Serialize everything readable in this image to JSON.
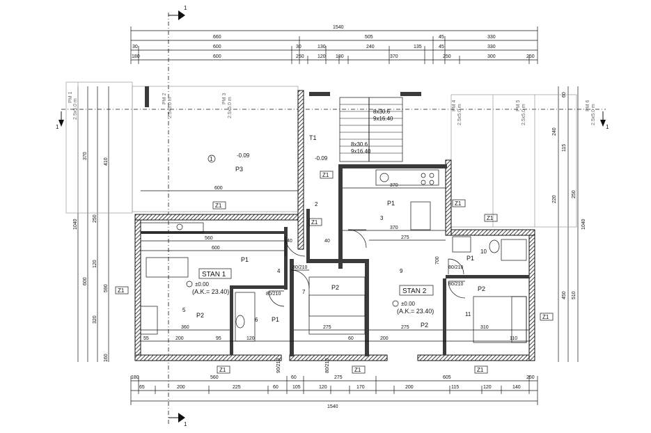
{
  "section_label": "1",
  "top_dims": {
    "overall": "1540",
    "row2": [
      "660",
      "505",
      "45",
      "330"
    ],
    "row3": [
      "30",
      "600",
      "30",
      "130",
      "240",
      "135",
      "45",
      "330"
    ],
    "row4": [
      "180",
      "600",
      "250",
      "120",
      "180",
      "370",
      "250",
      "300",
      "250"
    ]
  },
  "bottom_dims": {
    "row1": [
      "180",
      "560",
      "60",
      "275",
      "605",
      "250"
    ],
    "row2": [
      "65",
      "200",
      "225",
      "60",
      "105",
      "120",
      "170",
      "200",
      "115",
      "120",
      "140"
    ],
    "overall": "1540"
  },
  "left_dims": [
    "1040",
    "600",
    "370",
    "410",
    "250",
    "120",
    "320",
    "590",
    "160"
  ],
  "right_dims": [
    "1040",
    "510",
    "450",
    "250",
    "220",
    "240",
    "115",
    "60"
  ],
  "rooms": [
    {
      "num": "1",
      "level": "-0.09",
      "floor": "P3"
    },
    {
      "num": "2",
      "level": "-0.09",
      "floor": "T1"
    },
    {
      "num": "3",
      "floor": "P1"
    },
    {
      "num": "4",
      "floor": "P1"
    },
    {
      "num": "5",
      "floor": "P2"
    },
    {
      "num": "6",
      "floor": "P1"
    },
    {
      "num": "7",
      "floor": "P2"
    },
    {
      "num": "9",
      "floor": "P2"
    },
    {
      "num": "10",
      "floor": "P1"
    },
    {
      "num": "11",
      "floor": "P2"
    }
  ],
  "stan1": {
    "name": "STAN 1",
    "level": "±0.00",
    "ak": "(A.K.= 23.40)"
  },
  "stan2": {
    "name": "STAN 2",
    "level": "±0.00",
    "ak": "(A.K.= 23.40)"
  },
  "stairs": {
    "upper": "8x30.6",
    "upper2": "9x16.40",
    "lower": "8x30.6",
    "lower2": "9x16.40"
  },
  "wall_tags": [
    "Z1",
    "Z1",
    "Z1",
    "Z1",
    "Z1",
    "Z1",
    "Z1",
    "Z1",
    "Z1",
    "Z1"
  ],
  "parking": [
    "PM 1",
    "PM 2",
    "PM 3",
    "PM 4",
    "PM 5",
    "PM 6"
  ],
  "parking_size": "2.5x5.0 m",
  "inner_dims": [
    "600",
    "560",
    "600",
    "370",
    "370",
    "275",
    "360",
    "275",
    "275",
    "310",
    "700",
    "40",
    "40",
    "55",
    "200",
    "95",
    "120",
    "200",
    "60",
    "110"
  ],
  "door_tags": [
    "80/210",
    "80/210",
    "80/210",
    "80/210",
    "90/210",
    "80/210"
  ],
  "colors": {
    "ink": "#111111",
    "wall": "#3a3a3a",
    "grey": "#999999"
  }
}
